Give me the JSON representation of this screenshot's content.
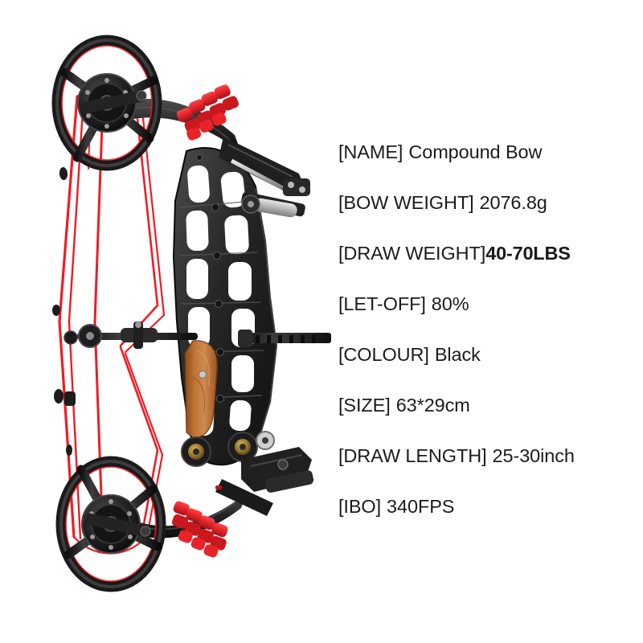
{
  "background_color": "#ffffff",
  "product": {
    "name": "Compound Bow",
    "alt": "Black compound bow with red bowstring cables, red limb dampeners and wooden grip",
    "colors": {
      "frame_black": "#262626",
      "frame_dark": "#141414",
      "frame_mid": "#3a3a3a",
      "frame_light": "#555555",
      "string_red": "#ee1c24",
      "dampener_red": "#e8242a",
      "dampener_red_dark": "#b8161c",
      "grip_wood": "#b5652a",
      "grip_wood_light": "#d08a4e",
      "grip_wood_dark": "#8c4a1c",
      "metal_silver": "#c9c9c9",
      "metal_brass": "#9c7b2e"
    }
  },
  "specs": [
    {
      "key": "[NAME]",
      "value": "Compound Bow",
      "bold": false,
      "tight": false
    },
    {
      "key": "[BOW WEIGHT]",
      "value": "2076.8g",
      "bold": false,
      "tight": false
    },
    {
      "key": "[DRAW WEIGHT]",
      "value": "40-70LBS",
      "bold": true,
      "tight": true
    },
    {
      "key": "[LET-OFF]",
      "value": "80%",
      "bold": false,
      "tight": false
    },
    {
      "key": "[COLOUR]",
      "value": "Black",
      "bold": false,
      "tight": false
    },
    {
      "key": "[SIZE]",
      "value": "63*29cm",
      "bold": false,
      "tight": false
    },
    {
      "key": "[DRAW LENGTH]",
      "value": "25-30inch",
      "bold": false,
      "tight": false
    },
    {
      "key": "[IBO]",
      "value": "340FPS",
      "bold": false,
      "tight": false
    }
  ]
}
